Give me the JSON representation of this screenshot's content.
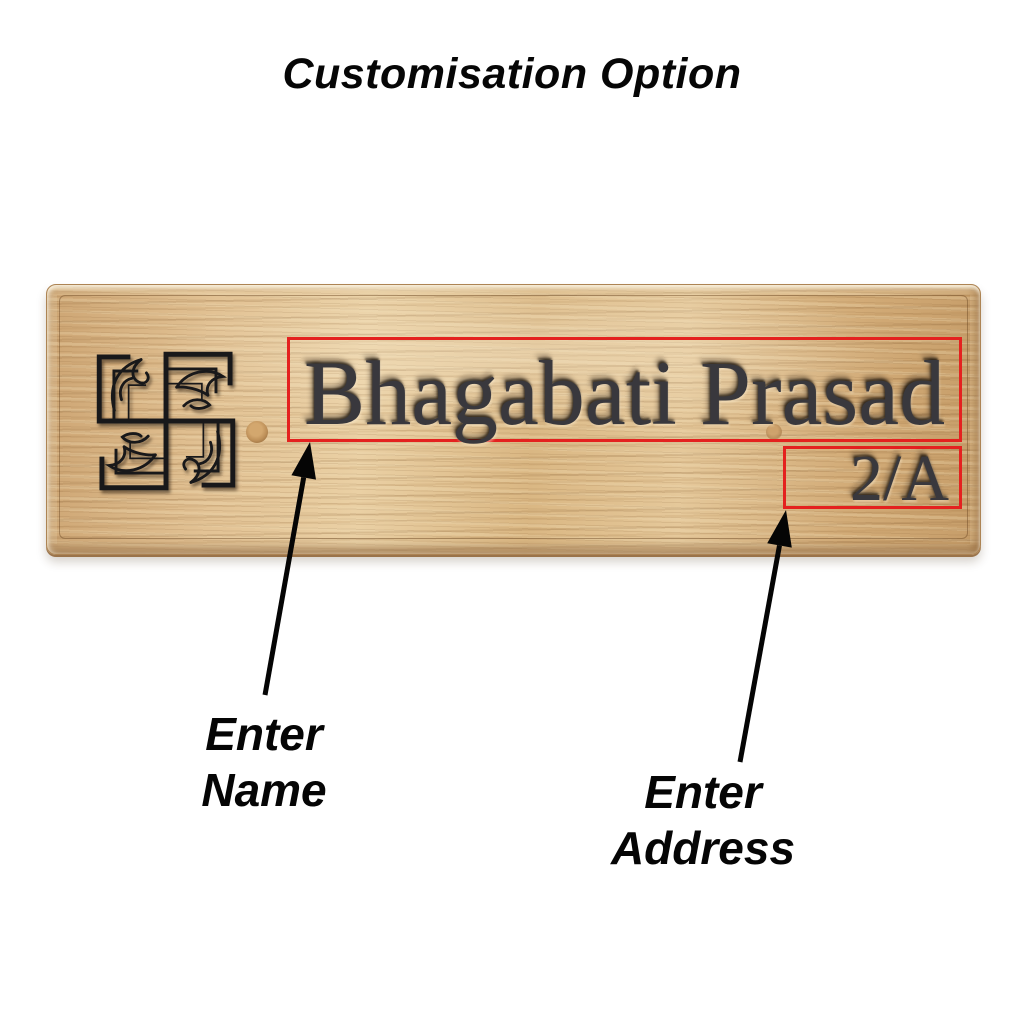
{
  "title": "Customisation Option",
  "nameplate": {
    "name_text": "Bhagabati Prasad",
    "address_text": "2/A",
    "material": "wood",
    "emblem_icon": "swastika-icon"
  },
  "annotations": {
    "name": {
      "line1": "Enter",
      "line2": "Name"
    },
    "address": {
      "line1": "Enter",
      "line2": "Address"
    }
  },
  "colors": {
    "highlight_red": "#e4211f",
    "engraved_text": "#39383d",
    "annotation_black": "#050505",
    "wood_base": "#dcbb8e",
    "background": "#ffffff"
  }
}
